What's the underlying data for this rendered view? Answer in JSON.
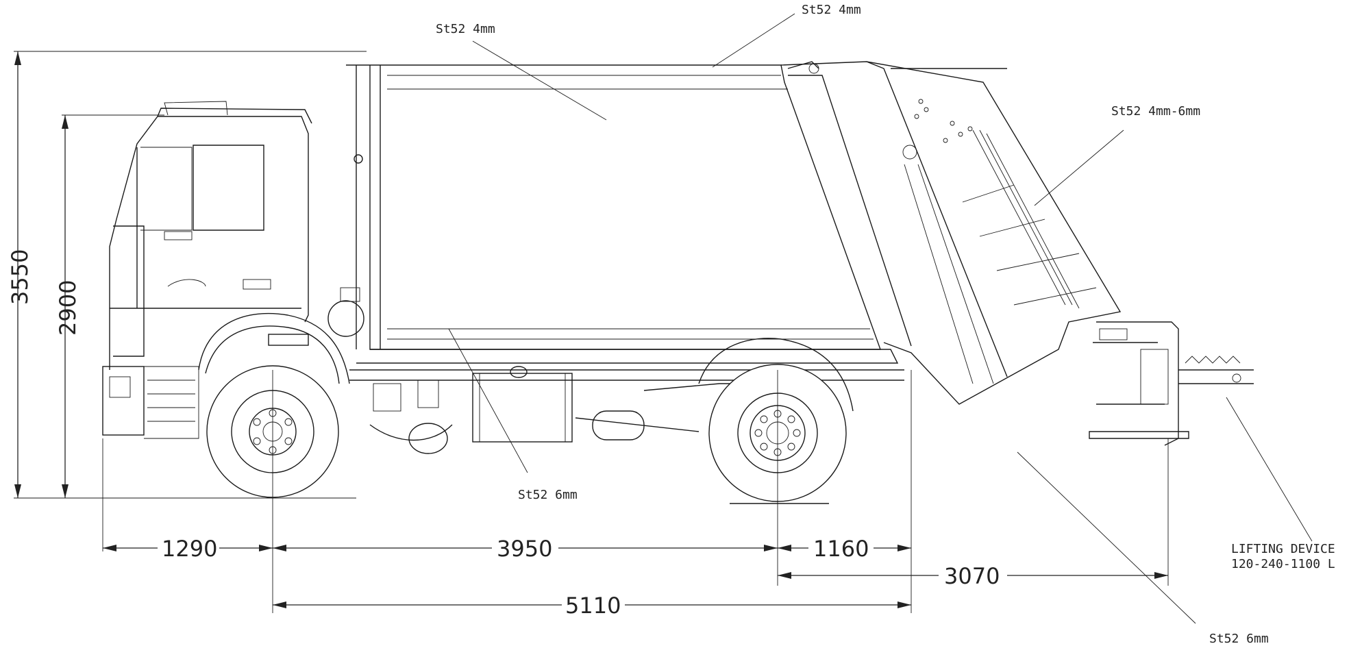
{
  "dimensions": {
    "overall_height": "3550",
    "cab_height": "2900",
    "front_overhang": "1290",
    "wheelbase": "3950",
    "axle_to_body_end": "1160",
    "rear_overhang": "3070",
    "front_axle_to_body_end": "5110"
  },
  "annotations": {
    "body_roof": "St52 4mm",
    "body_side": "St52 4mm",
    "tailgate": "St52 4mm-6mm",
    "subframe": "St52 6mm",
    "rear_bottom": "St52 6mm",
    "lifting_device_line1": "LIFTING DEVICE",
    "lifting_device_line2": "120-240-1100 L"
  }
}
